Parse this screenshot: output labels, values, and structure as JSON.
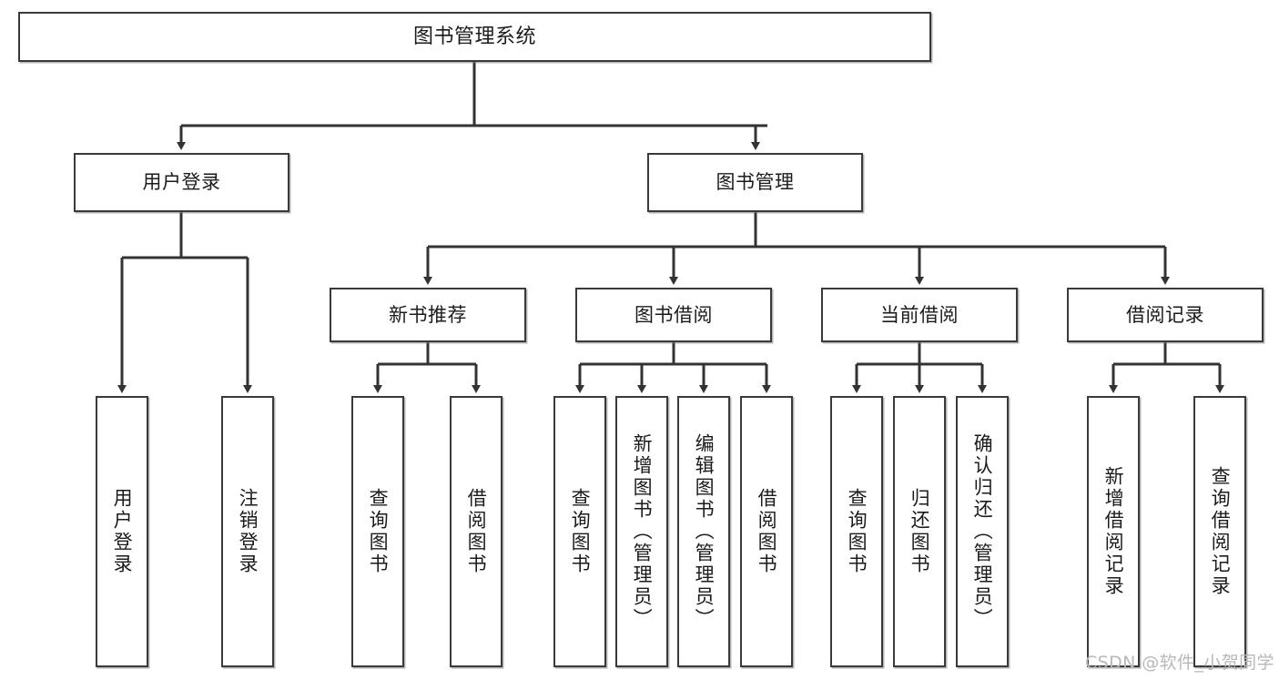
{
  "diagram": {
    "type": "tree-hierarchy-chart",
    "title": "图书管理系统",
    "watermark": "CSDN @软件_小贺同学",
    "theme": {
      "background": "#ffffff",
      "box_border": "#3a3a3a",
      "box_fill": "#ffffff",
      "text": "#1b1b1b",
      "edge": "#333333",
      "watermark": "#b8b8b8"
    },
    "levels": {
      "root": {
        "label": "图书管理系统"
      },
      "level2": [
        {
          "id": "user-login",
          "label": "用户登录"
        },
        {
          "id": "book-management",
          "label": "图书管理"
        }
      ],
      "level3": [
        {
          "id": "new-book-recommend",
          "label": "新书推荐",
          "parent": "book-management"
        },
        {
          "id": "book-borrow",
          "label": "图书借阅",
          "parent": "book-management"
        },
        {
          "id": "current-borrow",
          "label": "当前借阅",
          "parent": "book-management"
        },
        {
          "id": "borrow-record",
          "label": "借阅记录",
          "parent": "book-management"
        }
      ],
      "leaves": [
        {
          "id": "leaf-user-login",
          "label": "用户登录",
          "parent": "user-login"
        },
        {
          "id": "leaf-logout-login",
          "label": "注销登录",
          "parent": "user-login"
        },
        {
          "id": "leaf-query-book-1",
          "label": "查询图书",
          "parent": "new-book-recommend"
        },
        {
          "id": "leaf-borrow-book-1",
          "label": "借阅图书",
          "parent": "new-book-recommend"
        },
        {
          "id": "leaf-query-book-2",
          "label": "查询图书",
          "parent": "book-borrow"
        },
        {
          "id": "leaf-add-book",
          "label": "新增图书（管理员）",
          "parent": "book-borrow"
        },
        {
          "id": "leaf-edit-book",
          "label": "编辑图书（管理员）",
          "parent": "book-borrow"
        },
        {
          "id": "leaf-borrow-book-2",
          "label": "借阅图书",
          "parent": "book-borrow"
        },
        {
          "id": "leaf-query-book-3",
          "label": "查询图书",
          "parent": "current-borrow"
        },
        {
          "id": "leaf-return-book",
          "label": "归还图书",
          "parent": "current-borrow"
        },
        {
          "id": "leaf-confirm-return",
          "label": "确认归还（管理员）",
          "parent": "current-borrow"
        },
        {
          "id": "leaf-add-record",
          "label": "新增借阅记录",
          "parent": "borrow-record"
        },
        {
          "id": "leaf-query-record",
          "label": "查询借阅记录",
          "parent": "borrow-record"
        }
      ]
    }
  }
}
